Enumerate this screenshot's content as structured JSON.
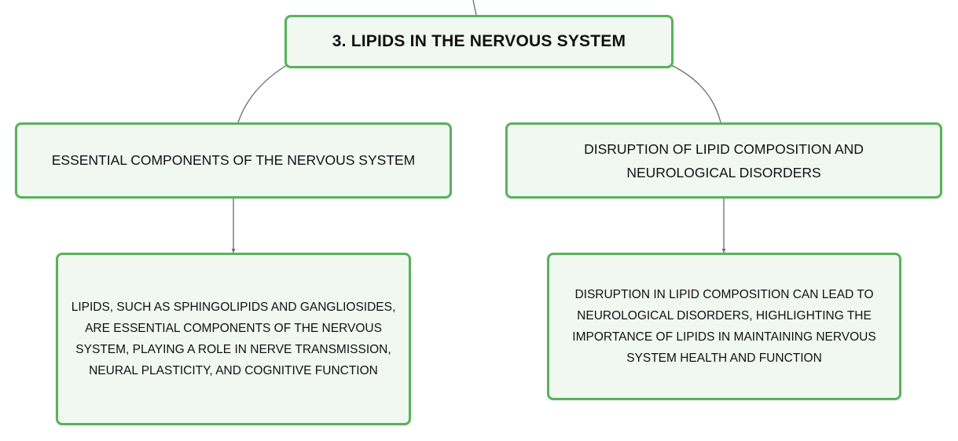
{
  "colors": {
    "node_border": "#58b35c",
    "node_fill": "#f1f8f2",
    "connector": "#6b6b6b"
  },
  "diagram": {
    "root": {
      "label": "3. LIPIDS IN THE NERVOUS SYSTEM"
    },
    "branches": [
      {
        "label": "ESSENTIAL COMPONENTS OF THE NERVOUS SYSTEM",
        "detail": "LIPIDS, SUCH AS SPHINGOLIPIDS AND GANGLIOSIDES, ARE ESSENTIAL COMPONENTS OF THE NERVOUS SYSTEM, PLAYING A ROLE IN NERVE TRANSMISSION, NEURAL PLASTICITY, AND COGNITIVE FUNCTION"
      },
      {
        "label": "DISRUPTION OF LIPID COMPOSITION AND NEUROLOGICAL DISORDERS",
        "detail": "DISRUPTION IN LIPID COMPOSITION CAN LEAD TO NEUROLOGICAL DISORDERS, HIGHLIGHTING THE IMPORTANCE OF LIPIDS IN MAINTAINING NERVOUS SYSTEM HEALTH AND FUNCTION"
      }
    ]
  }
}
